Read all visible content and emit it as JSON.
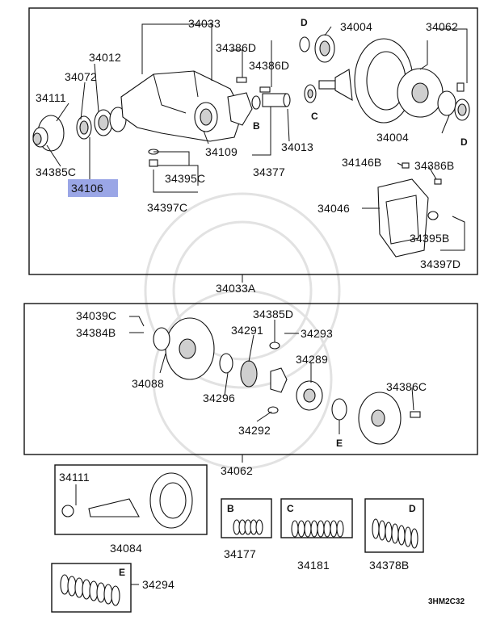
{
  "highlight_color": "#9aa6e6",
  "callouts": {
    "c34033": "34033",
    "c34386D_a": "34386D",
    "c34386D_b": "34386D",
    "c34004_top": "34004",
    "c34062_top": "34062",
    "c34012": "34012",
    "c34072": "34072",
    "c34111_top": "34111",
    "c34385C": "34385C",
    "c34106": "34106",
    "c34109": "34109",
    "c34013": "34013",
    "c34004_bot": "34004",
    "c34395C": "34395C",
    "c34377": "34377",
    "c34146B": "34146B",
    "c34386B": "34386B",
    "c34397C": "34397C",
    "c34046": "34046",
    "c34395B": "34395B",
    "c34397D": "34397D",
    "c34033A": "34033A",
    "c34039C": "34039C",
    "c34385D": "34385D",
    "c34384B": "34384B",
    "c34291": "34291",
    "c34293": "34293",
    "c34289": "34289",
    "c34088": "34088",
    "c34296": "34296",
    "c34386C": "34386C",
    "c34292": "34292",
    "c34062_bot": "34062",
    "c34111_bot": "34111",
    "c34084": "34084",
    "c34177": "34177",
    "c34181": "34181",
    "c34378B": "34378B",
    "c34294": "34294",
    "code": "3HM2C32"
  },
  "refs": {
    "D_top": "D",
    "B_mid": "B",
    "C_mid": "C",
    "D_right": "D",
    "E_mid": "E",
    "B_box": "B",
    "C_box": "C",
    "D_box": "D",
    "E_box": "E"
  }
}
